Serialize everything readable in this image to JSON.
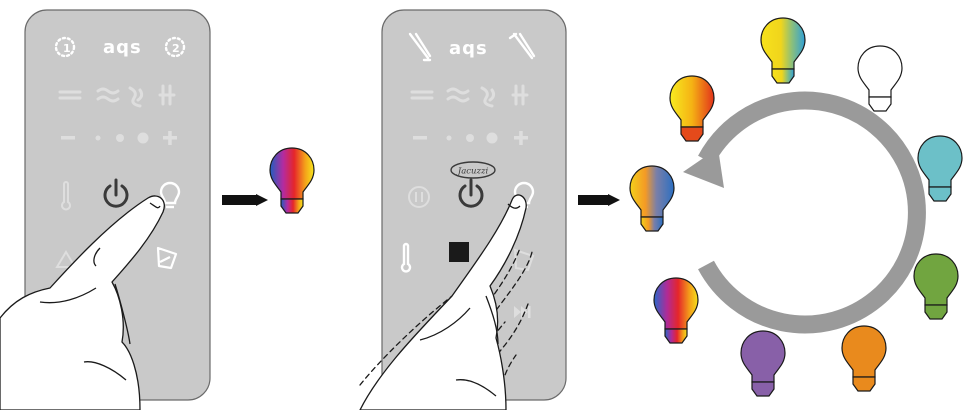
{
  "panel_left": {
    "brand": "aqs",
    "preset_1_icon": "preset-1-icon",
    "preset_2_icon": "preset-2-icon"
  },
  "panel_right": {
    "brand": "aqs",
    "logo": "Jacuzzi"
  },
  "colors": {
    "panel": "#c9c9c9",
    "panel_border": "#555555",
    "icon_faint": "#dedede",
    "icon_white": "#ffffff",
    "icon_dark": "#3a3a3a",
    "arrow": "#111111",
    "cycle_arrow": "#9a9a9a"
  },
  "bulbs": [
    {
      "id": "gradient-yellow-blue",
      "colors": [
        "#f7e21b",
        "#f2c51a",
        "#33a7d6"
      ]
    },
    {
      "id": "white",
      "colors": [
        "#ffffff"
      ]
    },
    {
      "id": "cyan",
      "colors": [
        "#6cc0c8"
      ]
    },
    {
      "id": "green",
      "colors": [
        "#71a540"
      ]
    },
    {
      "id": "orange",
      "colors": [
        "#e98a1d"
      ]
    },
    {
      "id": "purple",
      "colors": [
        "#8860a8"
      ]
    },
    {
      "id": "multicolor",
      "colors": [
        "#2b72c6",
        "#e52b7a",
        "#e3261e",
        "#f4d11a"
      ]
    },
    {
      "id": "yellow-red",
      "colors": [
        "#f6e51b",
        "#f4a416",
        "#e23d1b"
      ]
    }
  ]
}
